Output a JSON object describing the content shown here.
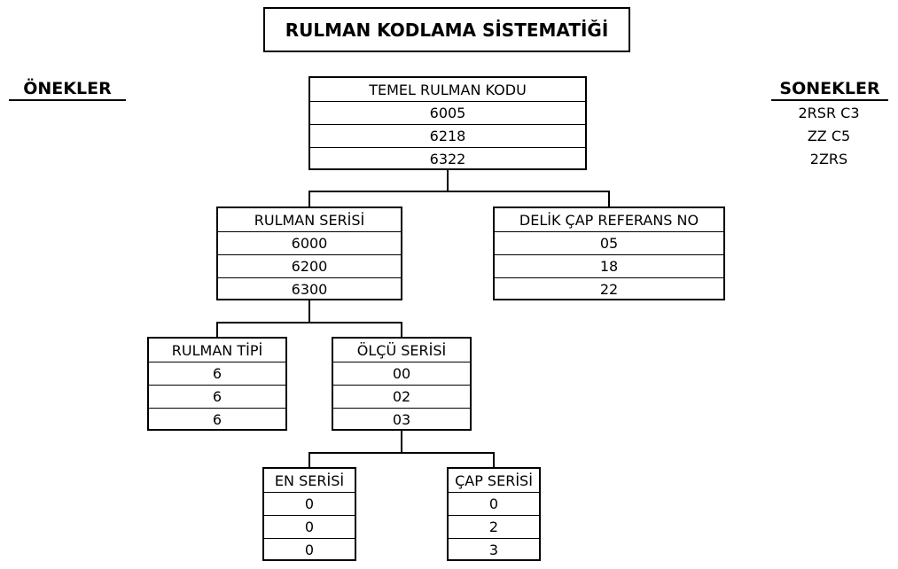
{
  "title": "RULMAN KODLAMA SİSTEMATİĞİ",
  "prefixes": {
    "heading": "ÖNEKLER"
  },
  "suffixes": {
    "heading": "SONEKLER",
    "items": [
      "2RSR C3",
      "ZZ C5",
      "2ZRS"
    ]
  },
  "boxes": {
    "base_code": {
      "header": "TEMEL RULMAN KODU",
      "rows": [
        "6005",
        "6218",
        "6322"
      ]
    },
    "series": {
      "header": "RULMAN SERİSİ",
      "rows": [
        "6000",
        "6200",
        "6300"
      ]
    },
    "bore": {
      "header": "DELİK ÇAP REFERANS NO",
      "rows": [
        "05",
        "18",
        "22"
      ]
    },
    "type": {
      "header": "RULMAN TİPİ",
      "rows": [
        "6",
        "6",
        "6"
      ]
    },
    "dimension": {
      "header": "ÖLÇÜ SERİSİ",
      "rows": [
        "00",
        "02",
        "03"
      ]
    },
    "width": {
      "header": "EN SERİSİ",
      "rows": [
        "0",
        "0",
        "0"
      ]
    },
    "diameter": {
      "header": "ÇAP SERİSİ",
      "rows": [
        "0",
        "2",
        "3"
      ]
    }
  }
}
